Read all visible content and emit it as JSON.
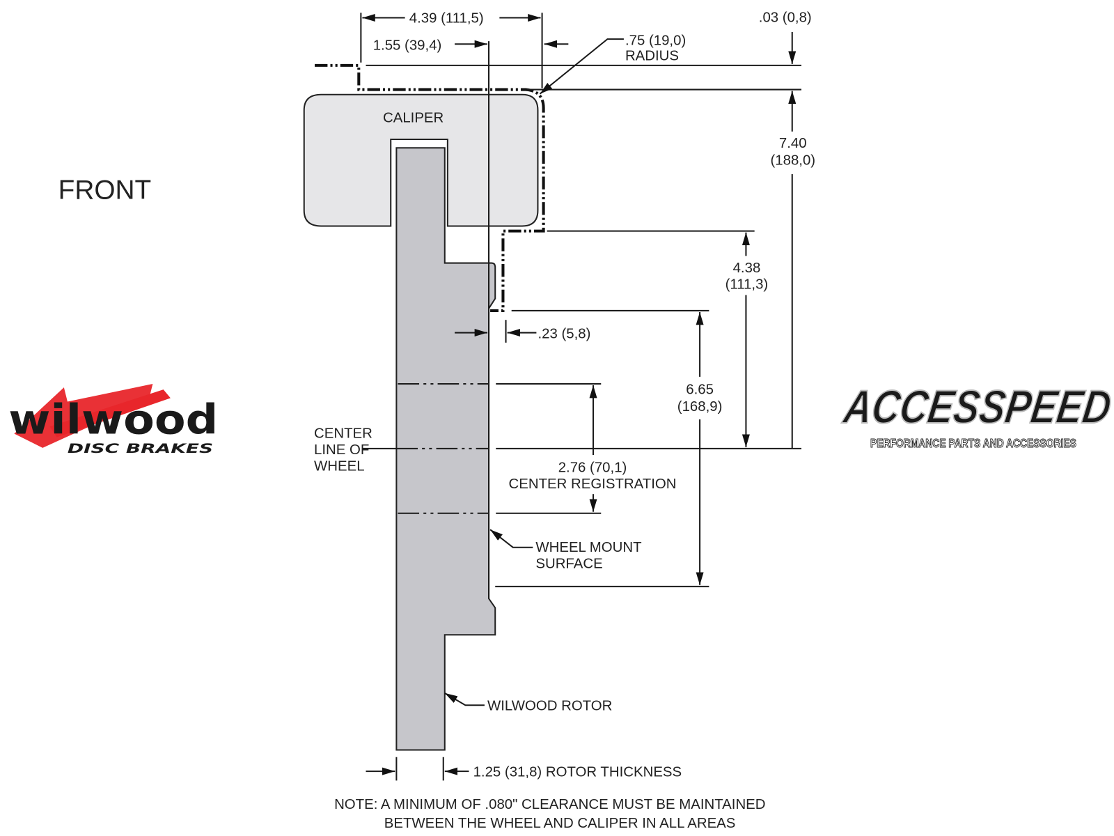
{
  "view_label": "FRONT",
  "caliper_label": "CALIPER",
  "dimensions": {
    "overall_width": "4.39 (111,5)",
    "offset": "1.55 (39,4)",
    "radius_value": ".75 (19,0)",
    "radius_label": "RADIUS",
    "top_gap": ".03 (0,8)",
    "height_total_in": "7.40",
    "height_total_mm": "(188,0)",
    "height_upper_in": "4.38",
    "height_upper_mm": "(111,3)",
    "step": ".23 (5,8)",
    "height_mount_in": "6.65",
    "height_mount_mm": "(168,9)",
    "center_reg_value": "2.76 (70,1)",
    "center_reg_label": "CENTER REGISTRATION",
    "rotor_thickness": "1.25 (31,8) ROTOR THICKNESS"
  },
  "labels": {
    "center_line": [
      "CENTER",
      "LINE OF",
      "WHEEL"
    ],
    "wheel_mount": [
      "WHEEL MOUNT",
      "SURFACE"
    ],
    "rotor": "WILWOOD ROTOR"
  },
  "note": [
    "NOTE: A MINIMUM OF .080\" CLEARANCE MUST BE MAINTAINED",
    "BETWEEN THE WHEEL AND CALIPER IN ALL AREAS"
  ],
  "logos": {
    "wilwood": {
      "name": "wilwood",
      "tagline": "DISC BRAKES",
      "accent": "#e8262b"
    },
    "accesspeed": {
      "name": "ACCESSPEED",
      "tagline": "PERFORMANCE PARTS AND ACCESSORIES"
    }
  },
  "colors": {
    "caliper_fill": "#e6e6e8",
    "rotor_fill": "#c6c6cb"
  }
}
